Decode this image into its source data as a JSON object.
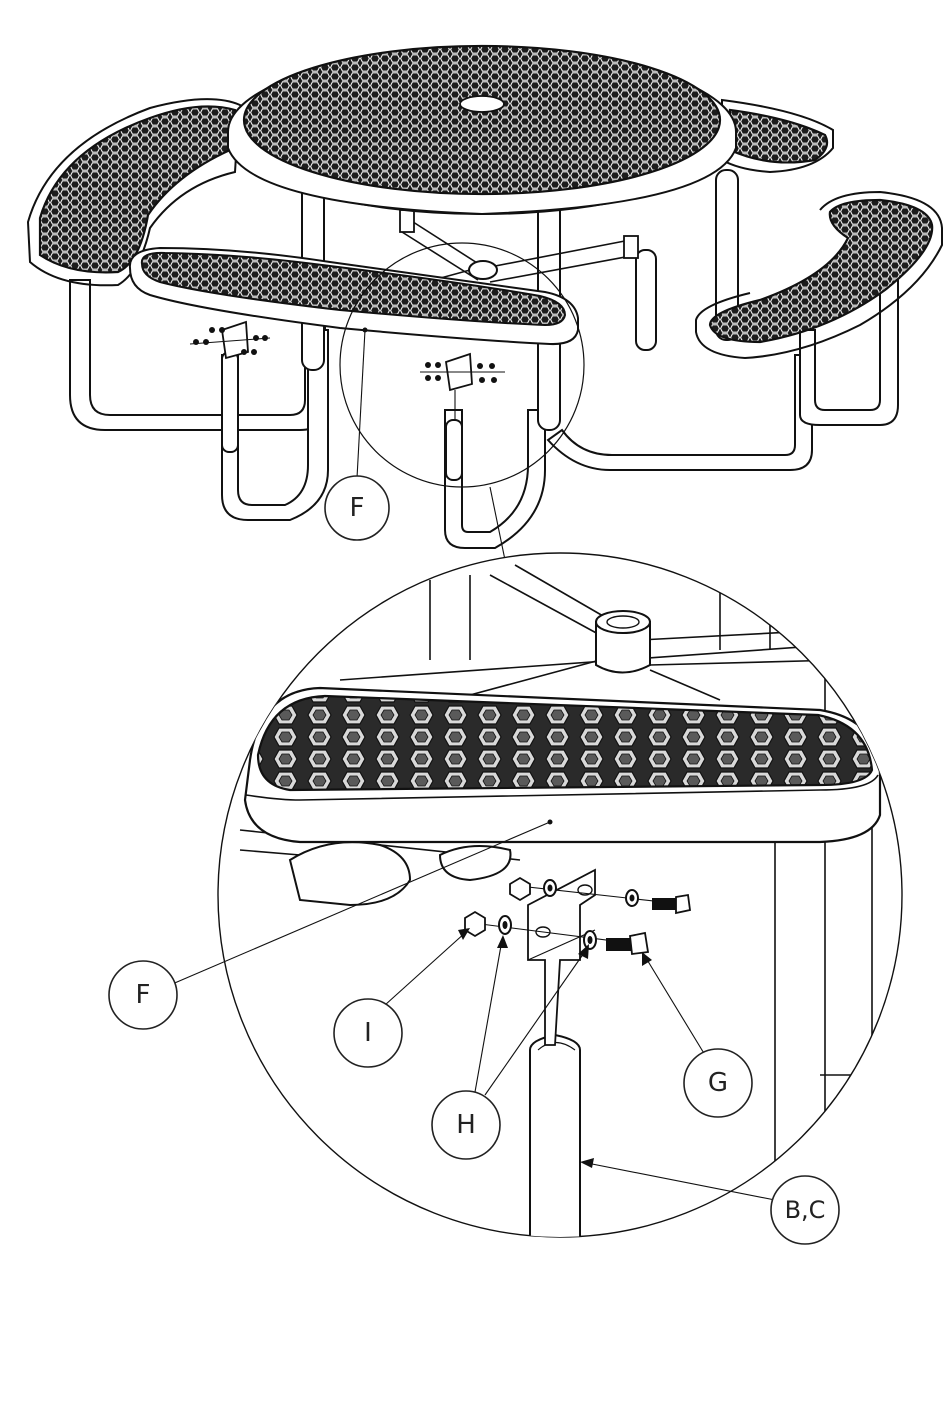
{
  "diagram": {
    "callouts": {
      "top_f": "F",
      "detail_f": "F",
      "i": "I",
      "h": "H",
      "g": "G",
      "bc": "B,C"
    },
    "colors": {
      "line": "#111111",
      "mesh": "#1a1a1a",
      "background": "#ffffff"
    }
  }
}
